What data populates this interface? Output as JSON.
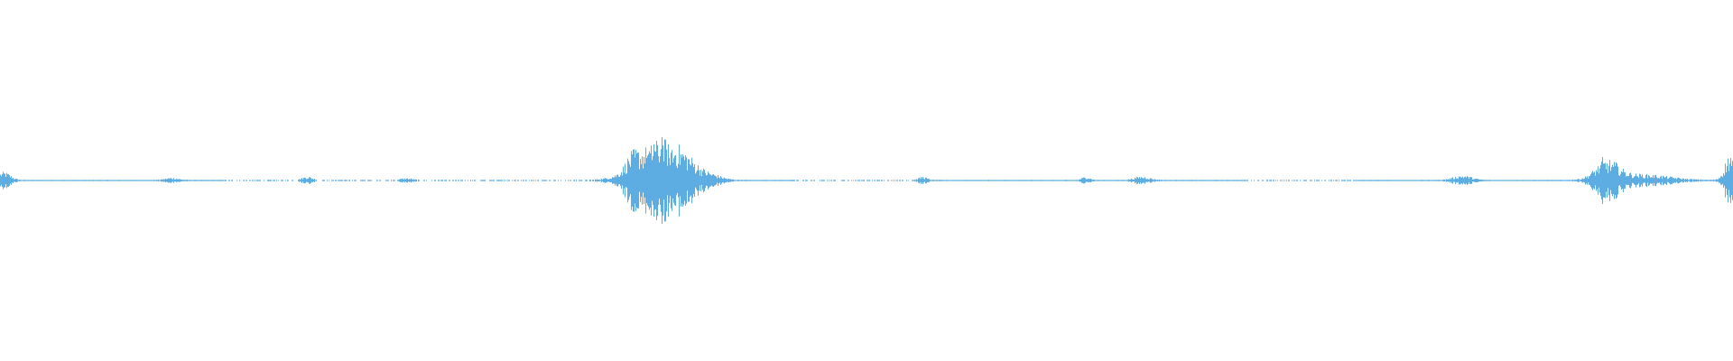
{
  "chart_data": {
    "type": "area",
    "title": "",
    "xlabel": "",
    "ylabel": "",
    "ylim": [
      -1,
      1
    ],
    "grid": false,
    "legend": "none",
    "series_color": "#5dade2",
    "background": "#ffffff"
  }
}
